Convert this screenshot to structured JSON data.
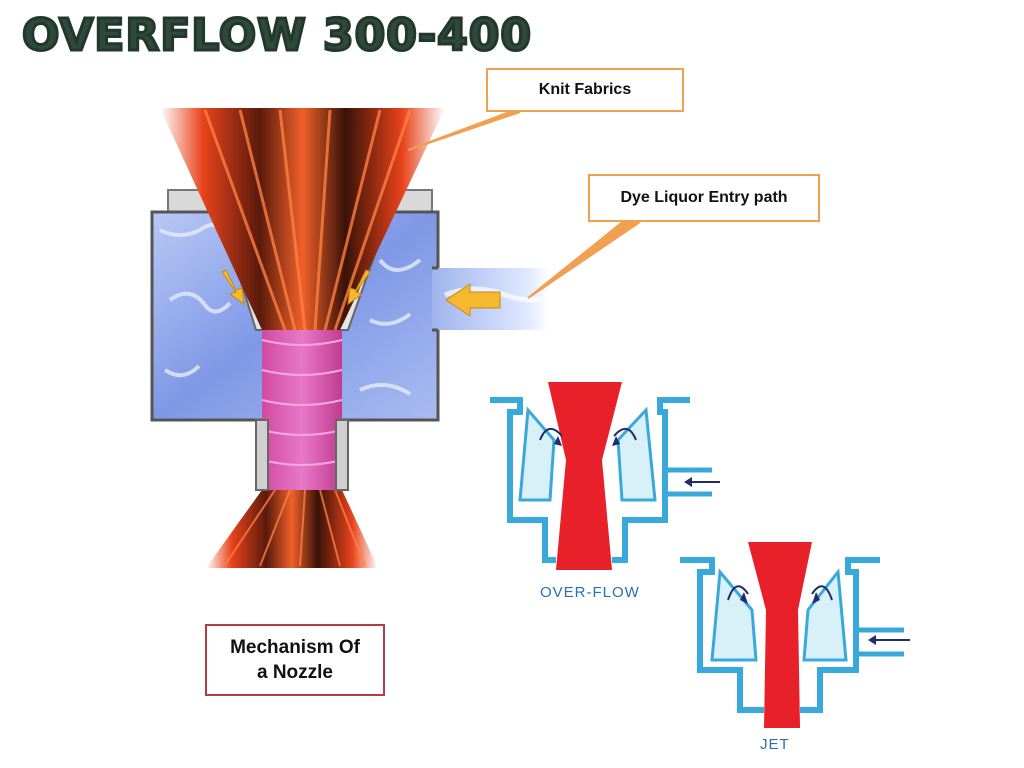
{
  "title": "OVERFLOW 300-400",
  "callouts": {
    "knit_fabrics": "Knit Fabrics",
    "dye_liquor_entry": "Dye Liquor Entry path"
  },
  "mechanism_label": {
    "line1": "Mechanism Of",
    "line2": "a Nozzle"
  },
  "diagram_labels": {
    "overflow": "OVER-FLOW",
    "jet": "JET"
  },
  "colors": {
    "title": "#2f4a3b",
    "callout_border": "#f0a050",
    "mechanism_border": "#b04040",
    "fabric": "#e8431c",
    "liquor": "#7f98e6",
    "nozzle_outline": "#39a9dc",
    "nozzle_fill": "#d8f0f8",
    "fabric_schematic": "#e8202a",
    "arrow": "#f5b82e",
    "label_blue": "#2b6fb5"
  }
}
